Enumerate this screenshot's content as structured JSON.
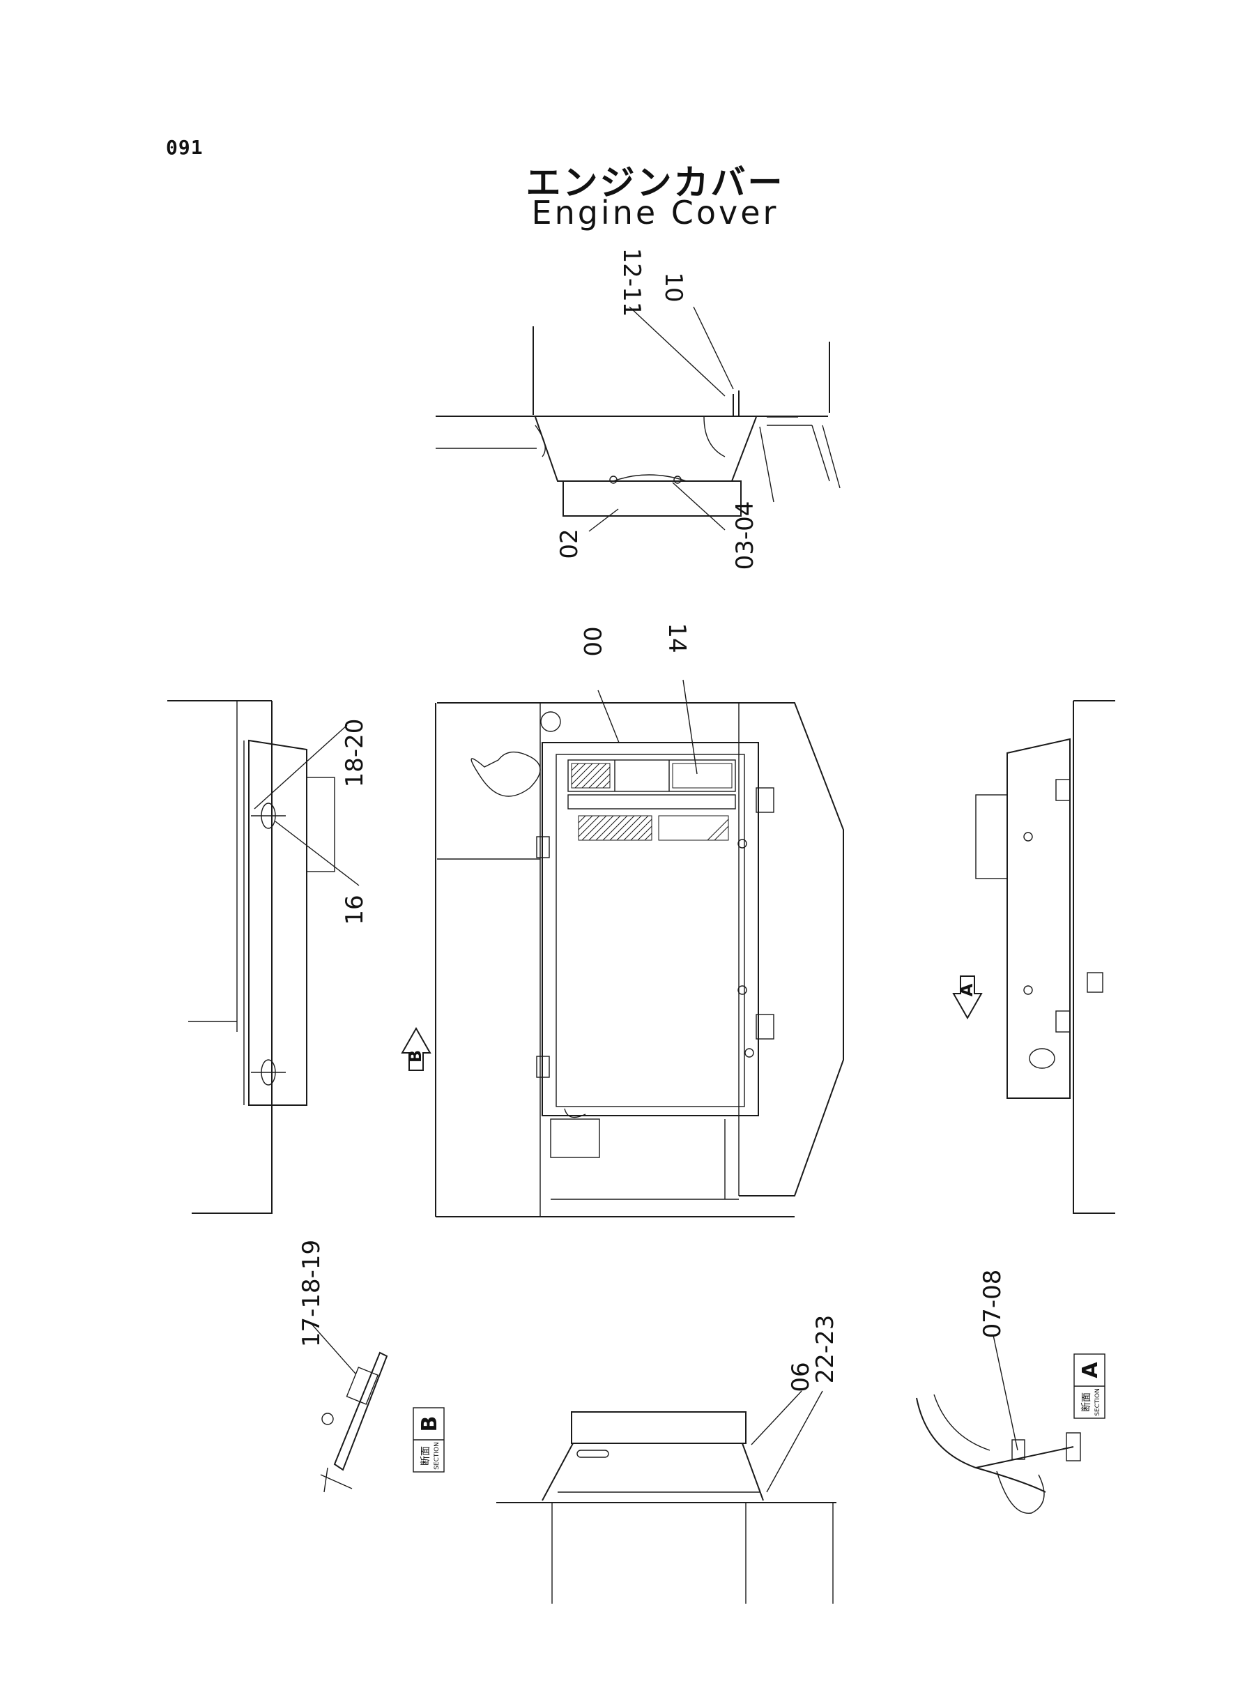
{
  "page_number": "091",
  "title": {
    "japanese": "エンジンカバー",
    "english": "Engine Cover"
  },
  "callouts": {
    "c12_11": "12-11",
    "c10": "10",
    "c02": "02",
    "c03_04": "03-04",
    "c00": "00",
    "c14": "14",
    "c18_20": "18-20",
    "c16": "16",
    "c17_18_19": "17-18-19",
    "c06": "06",
    "c22_23": "22-23",
    "c07_08": "07-08"
  },
  "view_arrows": {
    "a": "A",
    "b": "B"
  },
  "sections": {
    "a": {
      "letter": "A",
      "kanji": "断面",
      "word": "SECTION"
    },
    "b": {
      "letter": "B",
      "kanji": "断面",
      "word": "SECTION"
    }
  }
}
